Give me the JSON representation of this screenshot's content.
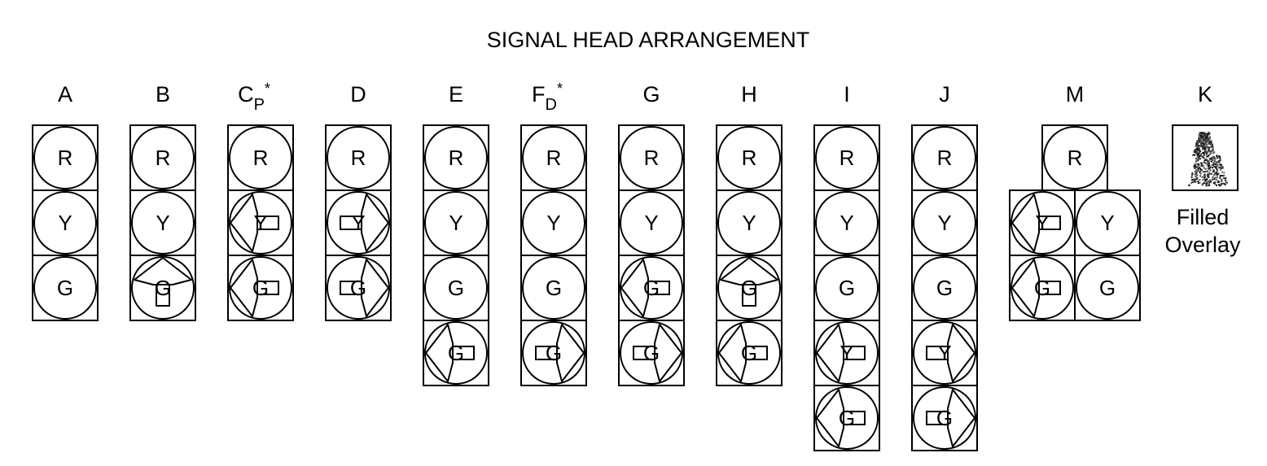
{
  "title": "SIGNAL HEAD ARRANGEMENT",
  "colors": {
    "stroke": "#000000",
    "background": "#ffffff"
  },
  "heads": [
    {
      "label": "A",
      "cells": [
        {
          "letter": "R",
          "arrow": ""
        },
        {
          "letter": "Y",
          "arrow": ""
        },
        {
          "letter": "G",
          "arrow": ""
        }
      ]
    },
    {
      "label": "B",
      "cells": [
        {
          "letter": "R",
          "arrow": ""
        },
        {
          "letter": "Y",
          "arrow": ""
        },
        {
          "letter": "G",
          "arrow": "up"
        }
      ]
    },
    {
      "label": "C",
      "subscript": "P",
      "superscript": "*",
      "cells": [
        {
          "letter": "R",
          "arrow": ""
        },
        {
          "letter": "Y",
          "arrow": "left"
        },
        {
          "letter": "G",
          "arrow": "left"
        }
      ]
    },
    {
      "label": "D",
      "cells": [
        {
          "letter": "R",
          "arrow": ""
        },
        {
          "letter": "Y",
          "arrow": "right"
        },
        {
          "letter": "G",
          "arrow": "right"
        }
      ]
    },
    {
      "label": "E",
      "cells": [
        {
          "letter": "R",
          "arrow": ""
        },
        {
          "letter": "Y",
          "arrow": ""
        },
        {
          "letter": "G",
          "arrow": ""
        },
        {
          "letter": "G",
          "arrow": "left"
        }
      ]
    },
    {
      "label": "F",
      "subscript": "D",
      "superscript": "*",
      "cells": [
        {
          "letter": "R",
          "arrow": ""
        },
        {
          "letter": "Y",
          "arrow": ""
        },
        {
          "letter": "G",
          "arrow": ""
        },
        {
          "letter": "G",
          "arrow": "right"
        }
      ]
    },
    {
      "label": "G",
      "cells": [
        {
          "letter": "R",
          "arrow": ""
        },
        {
          "letter": "Y",
          "arrow": ""
        },
        {
          "letter": "G",
          "arrow": "left"
        },
        {
          "letter": "G",
          "arrow": "right"
        }
      ]
    },
    {
      "label": "H",
      "cells": [
        {
          "letter": "R",
          "arrow": ""
        },
        {
          "letter": "Y",
          "arrow": ""
        },
        {
          "letter": "G",
          "arrow": "up"
        },
        {
          "letter": "G",
          "arrow": "left"
        }
      ]
    },
    {
      "label": "I",
      "cells": [
        {
          "letter": "R",
          "arrow": ""
        },
        {
          "letter": "Y",
          "arrow": ""
        },
        {
          "letter": "G",
          "arrow": ""
        },
        {
          "letter": "Y",
          "arrow": "left"
        },
        {
          "letter": "G",
          "arrow": "left"
        }
      ]
    },
    {
      "label": "J",
      "cells": [
        {
          "letter": "R",
          "arrow": ""
        },
        {
          "letter": "Y",
          "arrow": ""
        },
        {
          "letter": "G",
          "arrow": ""
        },
        {
          "letter": "Y",
          "arrow": "right"
        },
        {
          "letter": "G",
          "arrow": "right"
        }
      ]
    }
  ],
  "head_m": {
    "label": "M",
    "top": {
      "letter": "R",
      "arrow": ""
    },
    "left_column": [
      {
        "letter": "Y",
        "arrow": "left"
      },
      {
        "letter": "G",
        "arrow": "left"
      }
    ],
    "right_column": [
      {
        "letter": "Y",
        "arrow": ""
      },
      {
        "letter": "G",
        "arrow": ""
      }
    ]
  },
  "legend": {
    "label": "K",
    "caption_line1": "Filled",
    "caption_line2": "Overlay"
  }
}
